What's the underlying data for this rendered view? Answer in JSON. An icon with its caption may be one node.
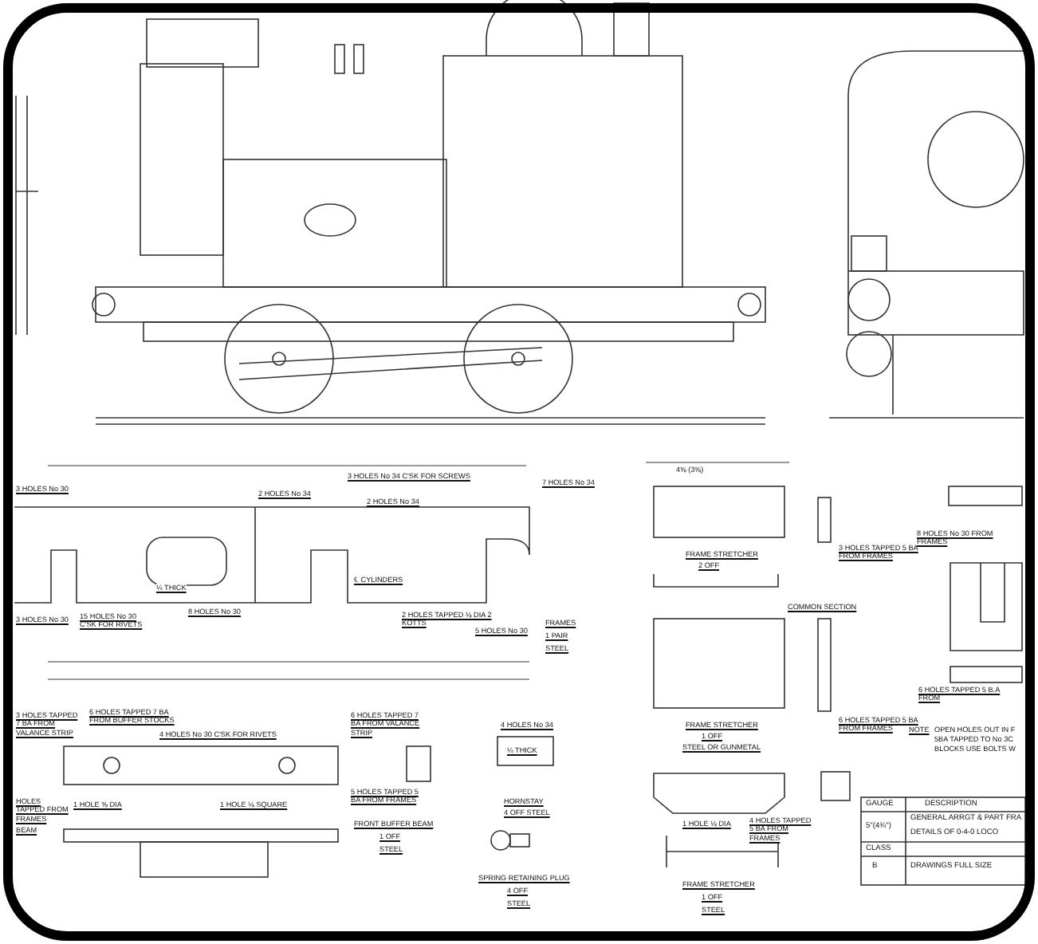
{
  "diagram": {
    "labels": [
      "3 HOLES No 30",
      "2 HOLES No 34",
      "3 HOLES No 34 C'SK FOR SCREWS",
      "2 HOLES No 34",
      "7 HOLES No 34",
      "¼ THICK",
      "℄ CYLINDERS",
      "3 HOLES No 30",
      "15 HOLES No 30 C'SK FOR RIVETS",
      "8 HOLES No 30",
      "2 HOLES TAPPED ⅛ DIA 2 KOTTS",
      "5 HOLES No 30",
      "FRAMES",
      "1 PAIR",
      "STEEL",
      "3 HOLES TAPPED 7 BA FROM VALANCE STRIP",
      "6 HOLES TAPPED 7 BA FROM BUFFER STOCKS",
      "4 HOLES No 30 C'SK FOR RIVETS",
      "HOLES TAPPED FROM FRAMES",
      "1 HOLE ⅝ DIA",
      "1 HOLE ⅛ SQUARE",
      "BEAM",
      "6 HOLES TAPPED 7 BA FROM VALANCE STRIP",
      "5 HOLES TAPPED 5 BA FROM FRAMES",
      "FRONT BUFFER BEAM",
      "1 OFF",
      "STEEL",
      "4 HOLES No 34",
      "¼ THICK",
      "HORNSTAY",
      "4 OFF STEEL",
      "SPRING RETAINING PLUG",
      "4 OFF",
      "STEEL",
      "4⅝ (3⅝)",
      "FRAME STRETCHER",
      "2 OFF",
      "3 HOLES TAPPED 5 BA FROM FRAMES",
      "COMMON SECTION",
      "FRAME STRETCHER",
      "1 OFF",
      "STEEL OR GUNMETAL",
      "6 HOLES TAPPED 5 BA FROM FRAMES",
      "8 HOLES No 30 FROM FRAMES",
      "6 HOLES TAPPED 5 B.A FROM",
      "NOTE",
      "OPEN HOLES OUT IN F",
      "5BA TAPPED TO No 3C",
      "BLOCKS USE BOLTS W",
      "1 HOLE ⅛ DIA",
      "4 HOLES TAPPED 5 BA FROM FRAMES",
      "FRAME STRETCHER",
      "1 OFF",
      "STEEL",
      "GAUGE",
      "DESCRIPTION",
      "5\"(4¾\")",
      "GENERAL ARRGT & PART FRA",
      "DETAILS OF 0-4-0 LOCO",
      "CLASS",
      "B",
      "DRAWINGS FULL SIZE"
    ]
  }
}
